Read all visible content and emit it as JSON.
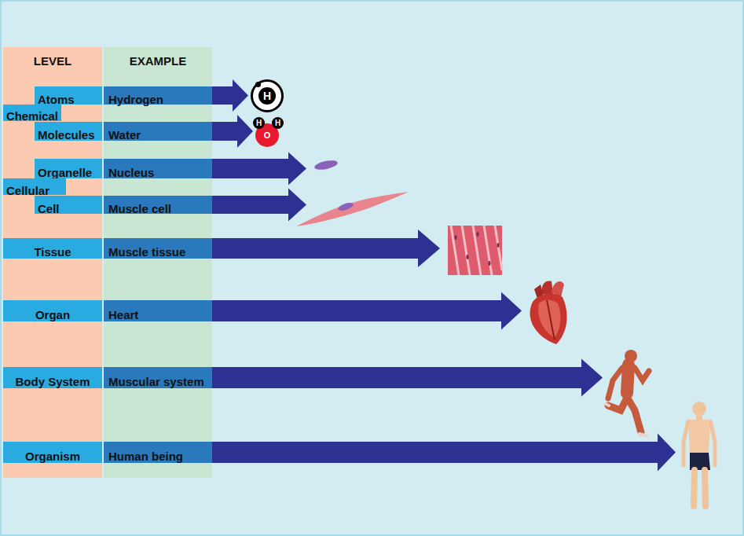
{
  "diagram": {
    "nodes": [
      {
        "text": [
          "LEVEL"
        ]
      },
      {
        "text": [
          "EXAMPLE"
        ]
      },
      {
        "text": [
          "Atoms"
        ],
        "in": 0
      },
      {
        "text": [
          "Hydrogen"
        ],
        "in": 1
      },
      {
        "text": [
          "H"
        ]
      },
      {
        "text": [
          "Chemical"
        ],
        "in": 0
      },
      {
        "text": [
          "Molecules"
        ],
        "in": 0
      },
      {
        "text": [
          "Water"
        ],
        "in": 1
      },
      {
        "text": [
          "H"
        ]
      },
      {
        "text": [
          "H"
        ]
      },
      {
        "text": [
          "O"
        ]
      },
      {
        "text": [
          "Organelle"
        ],
        "in": 0
      },
      {
        "text": [
          "Nucleus"
        ],
        "in": 1
      },
      {
        "text": [
          "Cellular"
        ],
        "in": 0
      },
      {
        "text": [
          "Cell"
        ],
        "in": 0
      },
      {
        "text": [
          "Muscle cell"
        ],
        "in": 1
      },
      {
        "text": [
          "Tissue"
        ],
        "in": 0
      },
      {
        "text": [
          "Muscle tissue"
        ],
        "in": 1
      },
      {
        "text": [
          "Organ"
        ],
        "in": 0
      },
      {
        "text": [
          "Heart"
        ],
        "in": 1
      },
      {
        "text": [
          "Body System"
        ],
        "in": 0
      },
      {
        "text": [
          "Muscular system"
        ],
        "in": 1
      },
      {
        "text": [
          "Organism"
        ],
        "in": 0
      },
      {
        "text": [
          "Human being"
        ],
        "in": 1
      }
    ],
    "edges": [
      {
        "from": 3,
        "to": 4,
        "arrow": "to"
      },
      {
        "from": 7,
        "to": 10,
        "arrow": "to"
      }
    ]
  }
}
